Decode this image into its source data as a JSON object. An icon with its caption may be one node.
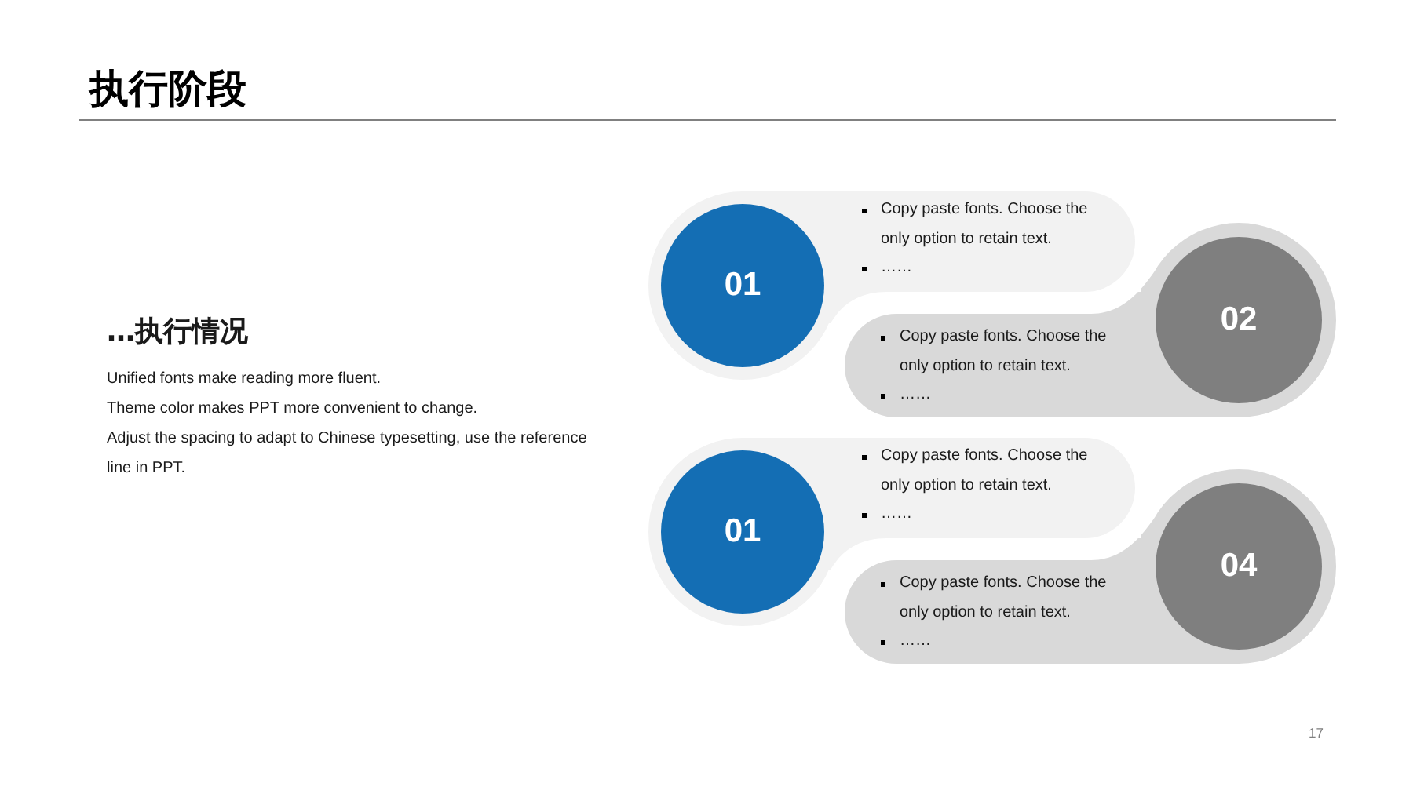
{
  "diagram": {
    "title": "执行阶段",
    "nodes": [
      {
        "text": [
          "Copy paste fonts. Choose the only option to retain text.",
          "……"
        ]
      },
      {
        "text": [
          "01"
        ]
      },
      {
        "text": [
          "Copy paste fonts. Choose the only option to retain text.",
          "……"
        ]
      },
      {
        "text": [
          "02"
        ]
      },
      {
        "text": [
          "Copy paste fonts. Choose the only option to retain text.",
          "……"
        ]
      },
      {
        "text": [
          "01"
        ]
      },
      {
        "text": [
          "Copy paste fonts. Choose the only option to retain text.",
          "……"
        ]
      },
      {
        "text": [
          "04"
        ]
      }
    ],
    "labels": [
      "…执行情况",
      "Unified fonts make reading more fluent.",
      "Theme color makes PPT more convenient to change.",
      "Adjust the spacing to adapt to Chinese typesetting, use the reference line in PPT.",
      "17"
    ]
  }
}
